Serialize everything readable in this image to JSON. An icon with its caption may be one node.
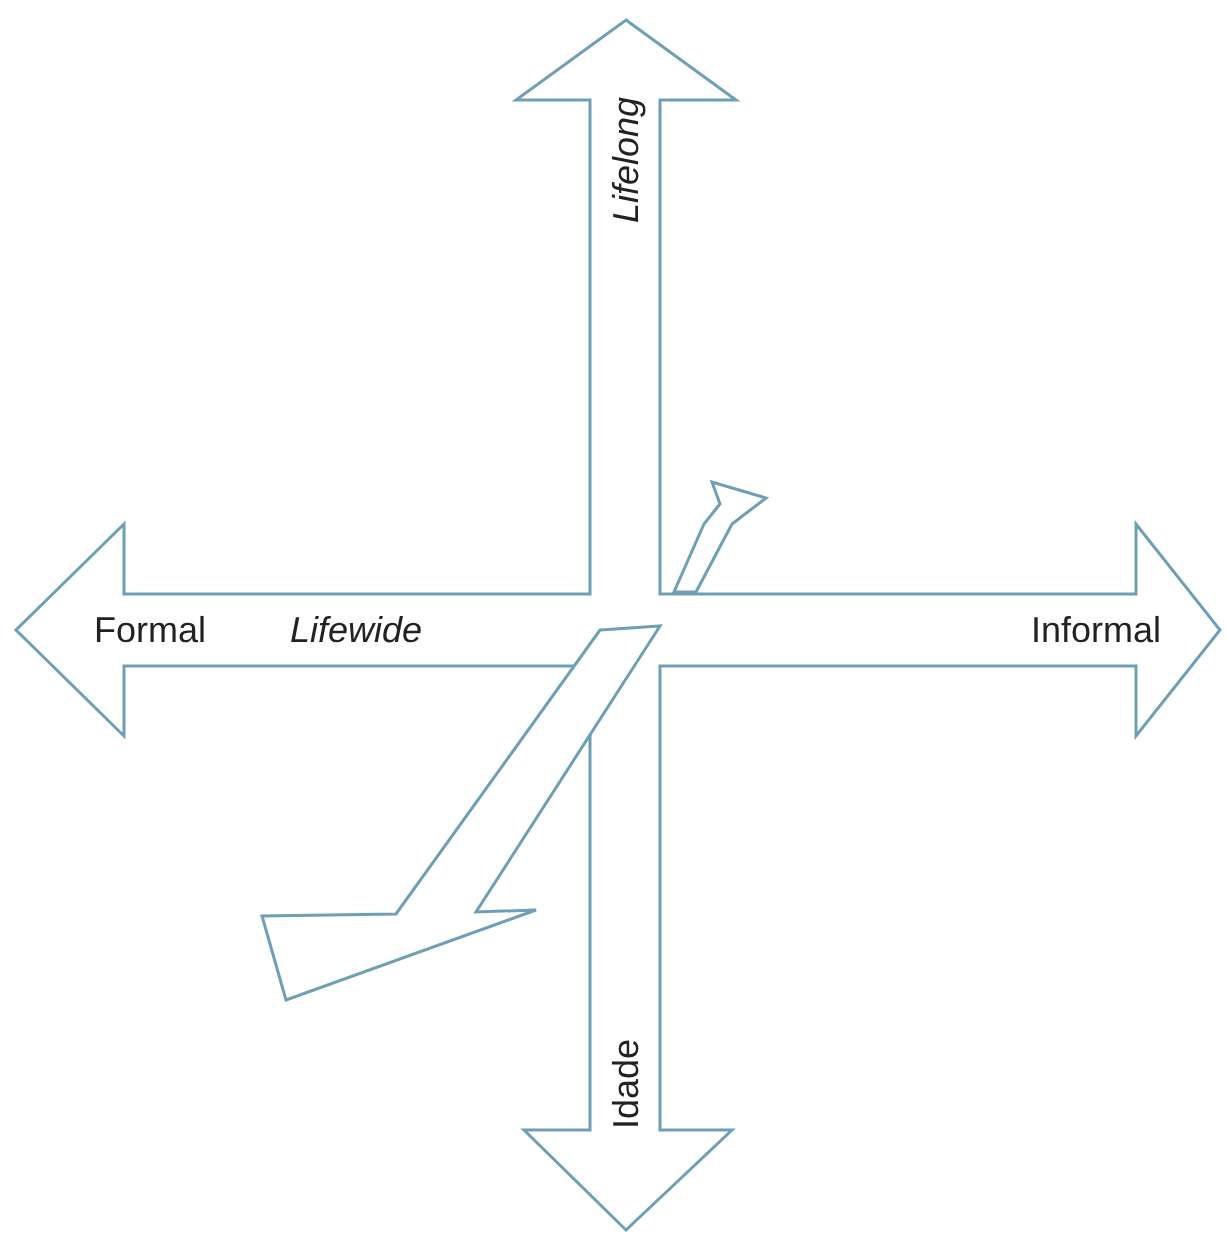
{
  "diagram": {
    "labels": [
      "Lifelong",
      "Formal",
      "Lifewide",
      "Informal",
      "Idade"
    ]
  }
}
